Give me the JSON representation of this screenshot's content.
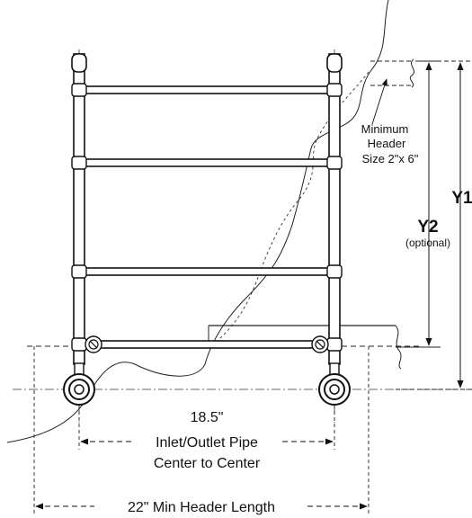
{
  "labels": {
    "header_min": "Minimum",
    "header_word": "Header",
    "header_size": "Size 2\"x 6\"",
    "y1": "Y1",
    "y2": "Y2",
    "y2_note": "(optional)",
    "pipe_spacing_value": "18.5\"",
    "pipe_spacing_line1": "Inlet/Outlet Pipe",
    "pipe_spacing_line2": "Center to Center",
    "header_length": "22\" Min  Header Length"
  }
}
